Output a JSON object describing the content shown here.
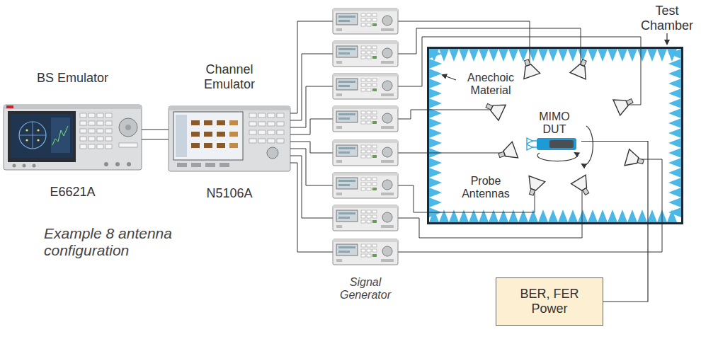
{
  "diagram": {
    "nodes": [
      {
        "text": [
          "BS Emulator",
          "E6621A"
        ]
      },
      {
        "text": [
          "Channel Emulator",
          "N5106A"
        ]
      },
      {
        "text": [
          "Test Chamber"
        ]
      },
      {
        "text": [
          "MIMO DUT"
        ],
        "in": 2
      },
      {
        "text": [
          "BER, FER Power"
        ]
      }
    ],
    "edges": [
      {
        "from": 0,
        "to": 1,
        "arrow": "none"
      },
      {
        "from": 0,
        "to": 1,
        "arrow": "none"
      },
      {
        "from": 3,
        "to": 4,
        "arrow": "none"
      }
    ],
    "labels": [
      "Anechoic Material",
      "Probe Antennas",
      "Example 8 antenna configuration",
      "Signal Generator"
    ]
  }
}
